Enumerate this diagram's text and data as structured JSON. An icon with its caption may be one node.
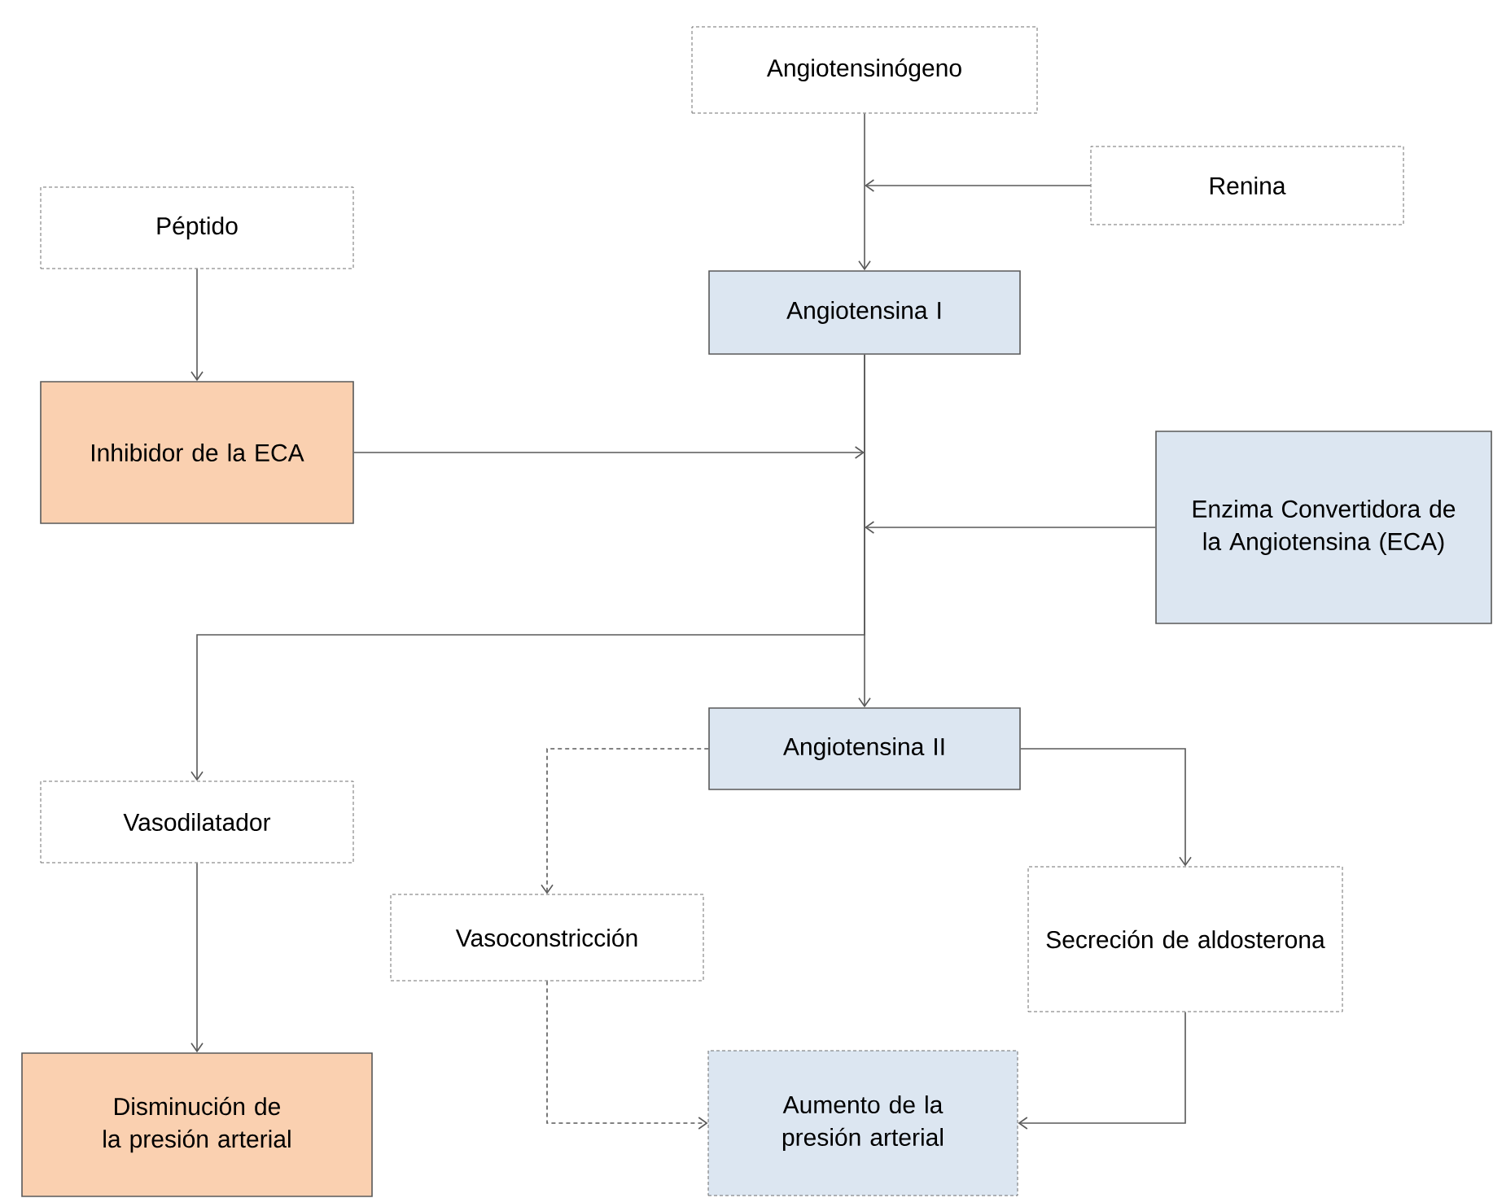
{
  "diagram": {
    "nodes": [
      {
        "text": [
          "Angiotensinógeno"
        ]
      },
      {
        "text": [
          "Renina"
        ]
      },
      {
        "text": [
          "Péptido"
        ]
      },
      {
        "text": [
          "Angiotensina I"
        ]
      },
      {
        "text": [
          "Inhibidor de la ECA"
        ]
      },
      {
        "text": [
          "Enzima Convertidora de la Angiotensina (ECA)"
        ]
      },
      {
        "text": [
          "Angiotensina II"
        ]
      },
      {
        "text": [
          "Vasodilatador"
        ]
      },
      {
        "text": [
          "Vasoconstricción"
        ]
      },
      {
        "text": [
          "Secreción de aldosterona"
        ]
      },
      {
        "text": [
          "Disminución de la presión arterial"
        ]
      },
      {
        "text": [
          "Aumento de la presión arterial"
        ]
      }
    ],
    "edges": [
      {
        "from": 0,
        "to": 3,
        "arrow": "to"
      },
      {
        "from": 1,
        "to": null,
        "arrow": "to"
      },
      {
        "from": 2,
        "to": 4,
        "arrow": "to"
      },
      {
        "from": 3,
        "to": 6,
        "arrow": "to"
      },
      {
        "from": 4,
        "to": null,
        "arrow": "to"
      },
      {
        "from": 5,
        "to": null,
        "arrow": "to"
      },
      {
        "from": 3,
        "to": 7,
        "arrow": "to"
      },
      {
        "from": 7,
        "to": 10,
        "arrow": "to"
      },
      {
        "from": 6,
        "to": 8,
        "arrow": "to",
        "style": "dashed"
      },
      {
        "from": 6,
        "to": 9,
        "arrow": "to"
      },
      {
        "from": 8,
        "to": 11,
        "arrow": "to",
        "style": "dashed"
      },
      {
        "from": 9,
        "to": 11,
        "arrow": "to"
      }
    ]
  }
}
